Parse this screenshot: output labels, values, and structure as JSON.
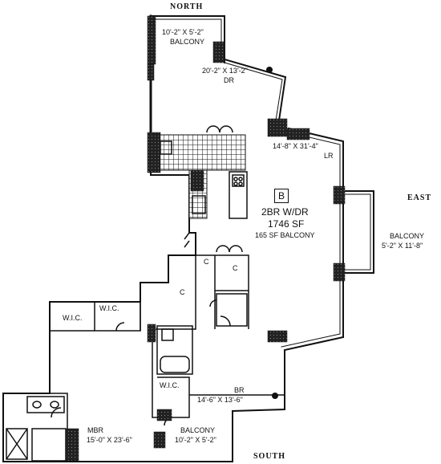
{
  "compass": {
    "north": "NORTH",
    "east": "EAST",
    "south": "SOUTH"
  },
  "unit": {
    "letter": "B",
    "type": "2BR W/DR",
    "area": "1746 SF",
    "balcony_area": "165 SF BALCONY"
  },
  "rooms": {
    "balcony_north": {
      "dims": "10'-2\" X 5'-2\"",
      "name": "BALCONY"
    },
    "dining": {
      "dims": "20'-2\" X 13'-2\"",
      "name": "DR"
    },
    "living": {
      "dims": "14'-8\" X 31'-4\"",
      "name": "LR"
    },
    "balcony_east": {
      "name": "BALCONY",
      "dims": "5'-2\" X 11'-8\""
    },
    "closet_1": "C",
    "closet_2": "C",
    "closet_3": "C",
    "wic_1": "W.I.C.",
    "wic_2": "W.I.C.",
    "wic_3": "W.I.C.",
    "bedroom": {
      "name": "BR",
      "dims": "14'-6\" X 13'-6\""
    },
    "master": {
      "name": "MBR",
      "dims": "15'-0\" X 23'-6\""
    },
    "balcony_south": {
      "name": "BALCONY",
      "dims": "10'-2\" X 5'-2\""
    }
  }
}
